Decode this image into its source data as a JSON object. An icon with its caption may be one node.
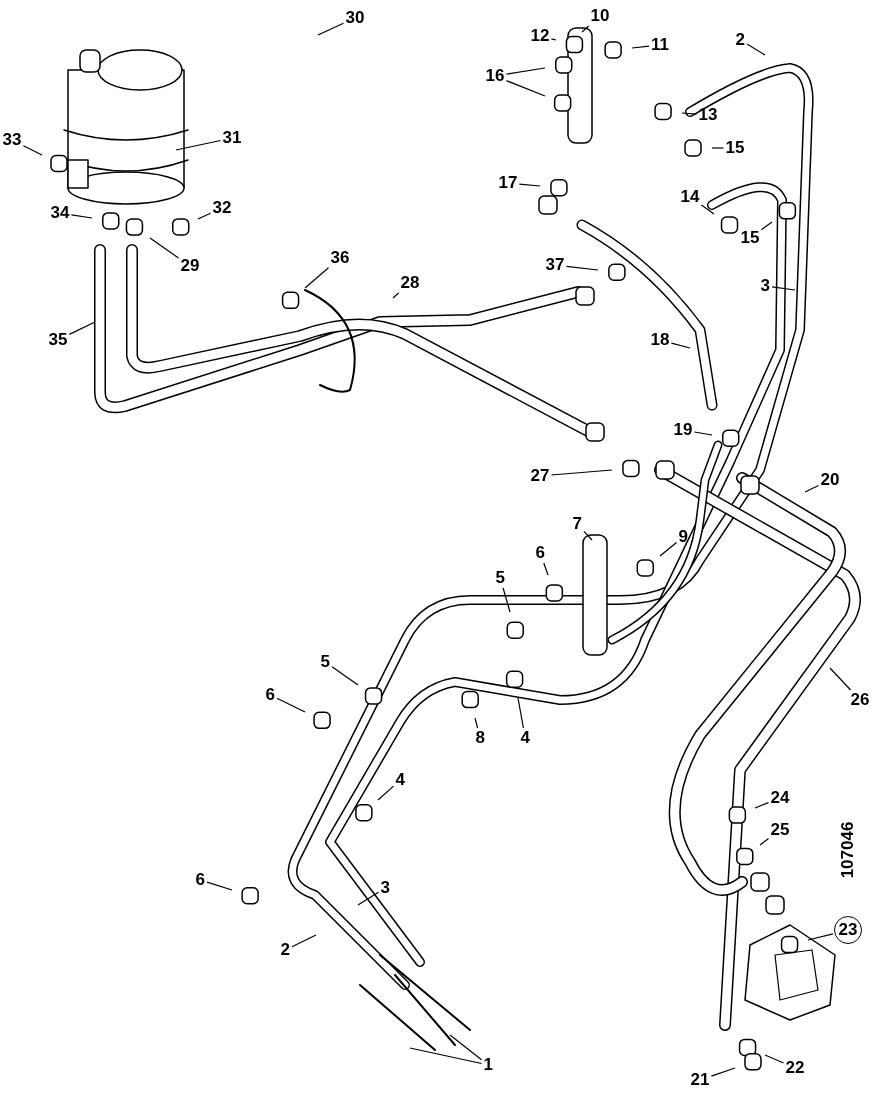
{
  "diagram": {
    "nodes": [
      {
        "text": [
          "10"
        ]
      },
      {
        "text": [
          "30"
        ]
      },
      {
        "text": [
          "2"
        ]
      },
      {
        "text": [
          "12"
        ]
      },
      {
        "text": [
          "11"
        ]
      },
      {
        "text": [
          "16"
        ]
      },
      {
        "text": [
          "13"
        ]
      },
      {
        "text": [
          "31"
        ]
      },
      {
        "text": [
          "33"
        ]
      },
      {
        "text": [
          "15"
        ]
      },
      {
        "text": [
          "17"
        ]
      },
      {
        "text": [
          "14"
        ]
      },
      {
        "text": [
          "32"
        ]
      },
      {
        "text": [
          "34"
        ]
      },
      {
        "text": [
          "15"
        ]
      },
      {
        "text": [
          "29"
        ]
      },
      {
        "text": [
          "36"
        ]
      },
      {
        "text": [
          "37"
        ]
      },
      {
        "text": [
          "28"
        ]
      },
      {
        "text": [
          "3"
        ]
      },
      {
        "text": [
          "35"
        ]
      },
      {
        "text": [
          "18"
        ]
      },
      {
        "text": [
          "19"
        ]
      },
      {
        "text": [
          "27"
        ]
      },
      {
        "text": [
          "20"
        ]
      },
      {
        "text": [
          "7"
        ]
      },
      {
        "text": [
          "9"
        ]
      },
      {
        "text": [
          "6"
        ]
      },
      {
        "text": [
          "5"
        ]
      },
      {
        "text": [
          "5"
        ]
      },
      {
        "text": [
          "6"
        ]
      },
      {
        "text": [
          "26"
        ]
      },
      {
        "text": [
          "8"
        ]
      },
      {
        "text": [
          "4"
        ]
      },
      {
        "text": [
          "4"
        ]
      },
      {
        "text": [
          "24"
        ]
      },
      {
        "text": [
          "25"
        ]
      },
      {
        "text": [
          "6"
        ]
      },
      {
        "text": [
          "3"
        ]
      },
      {
        "text": [
          "23"
        ]
      },
      {
        "text": [
          "2"
        ]
      },
      {
        "text": [
          "1"
        ]
      },
      {
        "text": [
          "22"
        ]
      },
      {
        "text": [
          "21"
        ]
      }
    ],
    "edges": [
      {
        "from": 0,
        "to": null,
        "arrow": "none"
      },
      {
        "from": 1,
        "to": null,
        "arrow": "none"
      },
      {
        "from": 2,
        "to": null,
        "arrow": "none"
      },
      {
        "from": 3,
        "to": null,
        "arrow": "none"
      },
      {
        "from": 4,
        "to": null,
        "arrow": "none"
      },
      {
        "from": 5,
        "to": null,
        "arrow": "none"
      },
      {
        "from": 5,
        "to": null,
        "arrow": "none"
      },
      {
        "from": 6,
        "to": null,
        "arrow": "none"
      },
      {
        "from": 7,
        "to": null,
        "arrow": "none"
      },
      {
        "from": 8,
        "to": null,
        "arrow": "none"
      },
      {
        "from": 9,
        "to": null,
        "arrow": "none"
      },
      {
        "from": 10,
        "to": null,
        "arrow": "none"
      },
      {
        "from": 11,
        "to": null,
        "arrow": "none"
      },
      {
        "from": 12,
        "to": null,
        "arrow": "none"
      },
      {
        "from": 13,
        "to": null,
        "arrow": "none"
      },
      {
        "from": 14,
        "to": null,
        "arrow": "none"
      },
      {
        "from": 15,
        "to": null,
        "arrow": "none"
      },
      {
        "from": 16,
        "to": null,
        "arrow": "none"
      },
      {
        "from": 17,
        "to": null,
        "arrow": "none"
      },
      {
        "from": 18,
        "to": null,
        "arrow": "none"
      },
      {
        "from": 19,
        "to": null,
        "arrow": "none"
      },
      {
        "from": 20,
        "to": null,
        "arrow": "none"
      },
      {
        "from": 21,
        "to": null,
        "arrow": "none"
      },
      {
        "from": 22,
        "to": null,
        "arrow": "none"
      },
      {
        "from": 23,
        "to": null,
        "arrow": "none"
      },
      {
        "from": 24,
        "to": null,
        "arrow": "none"
      },
      {
        "from": 25,
        "to": null,
        "arrow": "none"
      },
      {
        "from": 26,
        "to": null,
        "arrow": "none"
      },
      {
        "from": 27,
        "to": null,
        "arrow": "none"
      },
      {
        "from": 28,
        "to": null,
        "arrow": "none"
      },
      {
        "from": 29,
        "to": null,
        "arrow": "none"
      },
      {
        "from": 30,
        "to": null,
        "arrow": "none"
      },
      {
        "from": 31,
        "to": null,
        "arrow": "none"
      },
      {
        "from": 32,
        "to": null,
        "arrow": "none"
      },
      {
        "from": 33,
        "to": null,
        "arrow": "none"
      },
      {
        "from": 34,
        "to": null,
        "arrow": "none"
      },
      {
        "from": 35,
        "to": null,
        "arrow": "none"
      },
      {
        "from": 36,
        "to": null,
        "arrow": "none"
      },
      {
        "from": 37,
        "to": null,
        "arrow": "none"
      },
      {
        "from": 38,
        "to": null,
        "arrow": "none"
      },
      {
        "from": 39,
        "to": null,
        "arrow": "none"
      },
      {
        "from": 40,
        "to": null,
        "arrow": "none"
      },
      {
        "from": 41,
        "to": null,
        "arrow": "none"
      },
      {
        "from": 41,
        "to": null,
        "arrow": "none"
      },
      {
        "from": 42,
        "to": null,
        "arrow": "none"
      },
      {
        "from": 43,
        "to": null,
        "arrow": "none"
      }
    ],
    "labels": [
      "107046"
    ]
  }
}
